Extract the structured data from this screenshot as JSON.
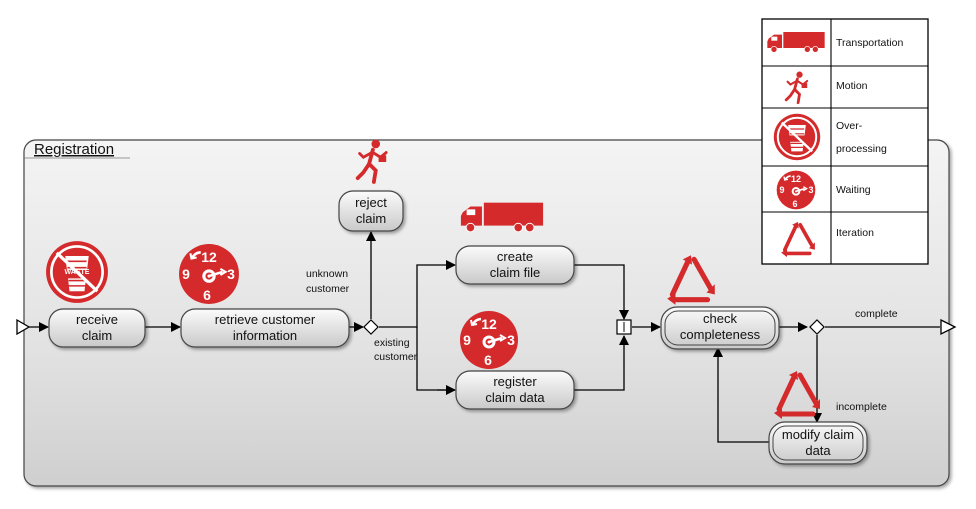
{
  "pool": {
    "title": "Registration"
  },
  "tasks": {
    "receive_claim": [
      "receive",
      "claim"
    ],
    "retrieve_info": [
      "retrieve customer",
      "information"
    ],
    "reject_claim": [
      "reject",
      "claim"
    ],
    "create_claim_file": [
      "create",
      "claim file"
    ],
    "register_claim_data": [
      "register",
      "claim data"
    ],
    "check_completeness": [
      "check",
      "completeness"
    ],
    "modify_claim_data": [
      "modify claim",
      "data"
    ]
  },
  "flow_labels": {
    "unknown_customer": [
      "unknown",
      "customer"
    ],
    "existing_customer": [
      "existing",
      "customer"
    ],
    "complete": "complete",
    "incomplete": "incomplete"
  },
  "icons": {
    "waste_label": "WASTE",
    "clock_numbers": [
      "12",
      "9",
      "3",
      "6"
    ]
  },
  "legend": {
    "items": [
      {
        "icon": "truck-icon",
        "label": [
          "Transportation"
        ]
      },
      {
        "icon": "running-man-icon",
        "label": [
          "Motion"
        ]
      },
      {
        "icon": "waste-icon",
        "label": [
          "Over-",
          "processing"
        ]
      },
      {
        "icon": "clock-icon",
        "label": [
          "Waiting"
        ]
      },
      {
        "icon": "cycle-arrows-icon",
        "label": [
          "Iteration"
        ]
      }
    ]
  },
  "colors": {
    "accent": "#d42a2c",
    "pool_fill": "#e6e6e6",
    "task_fill": "#dcdcdc"
  }
}
